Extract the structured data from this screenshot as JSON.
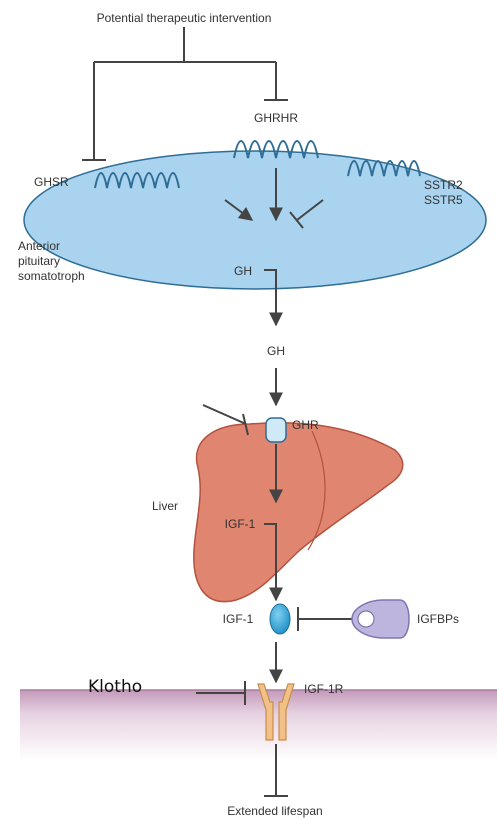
{
  "title": "Potential therapeutic intervention",
  "labels": {
    "ghrhr": "GHRHR",
    "ghsr": "GHSR",
    "sstr2": "SSTR2",
    "sstr5": "SSTR5",
    "somatotroph_line1": "Anterior",
    "somatotroph_line2": "pituitary",
    "somatotroph_line3": "somatotroph",
    "gh_inside": "GH",
    "gh_outside": "GH",
    "ghr": "GHR",
    "liver": "Liver",
    "igf1_liver": "IGF-1",
    "igf1_circulating": "IGF-1",
    "igfbps": "IGFBPs",
    "klotho": "Klotho",
    "igf1r": "IGF-1R",
    "outcome": "Extended lifespan"
  },
  "colors": {
    "cell_fill": "#a9d3ee",
    "cell_stroke": "#2e6d96",
    "liver_fill": "#e0856f",
    "liver_stroke": "#b4513f",
    "igf1_fill": "#1f9fd6",
    "igfbp_fill": "#bdb5dd",
    "receptor_fill": "#f2c187",
    "membrane_top": "#c39ab9",
    "arrow": "#444444"
  }
}
